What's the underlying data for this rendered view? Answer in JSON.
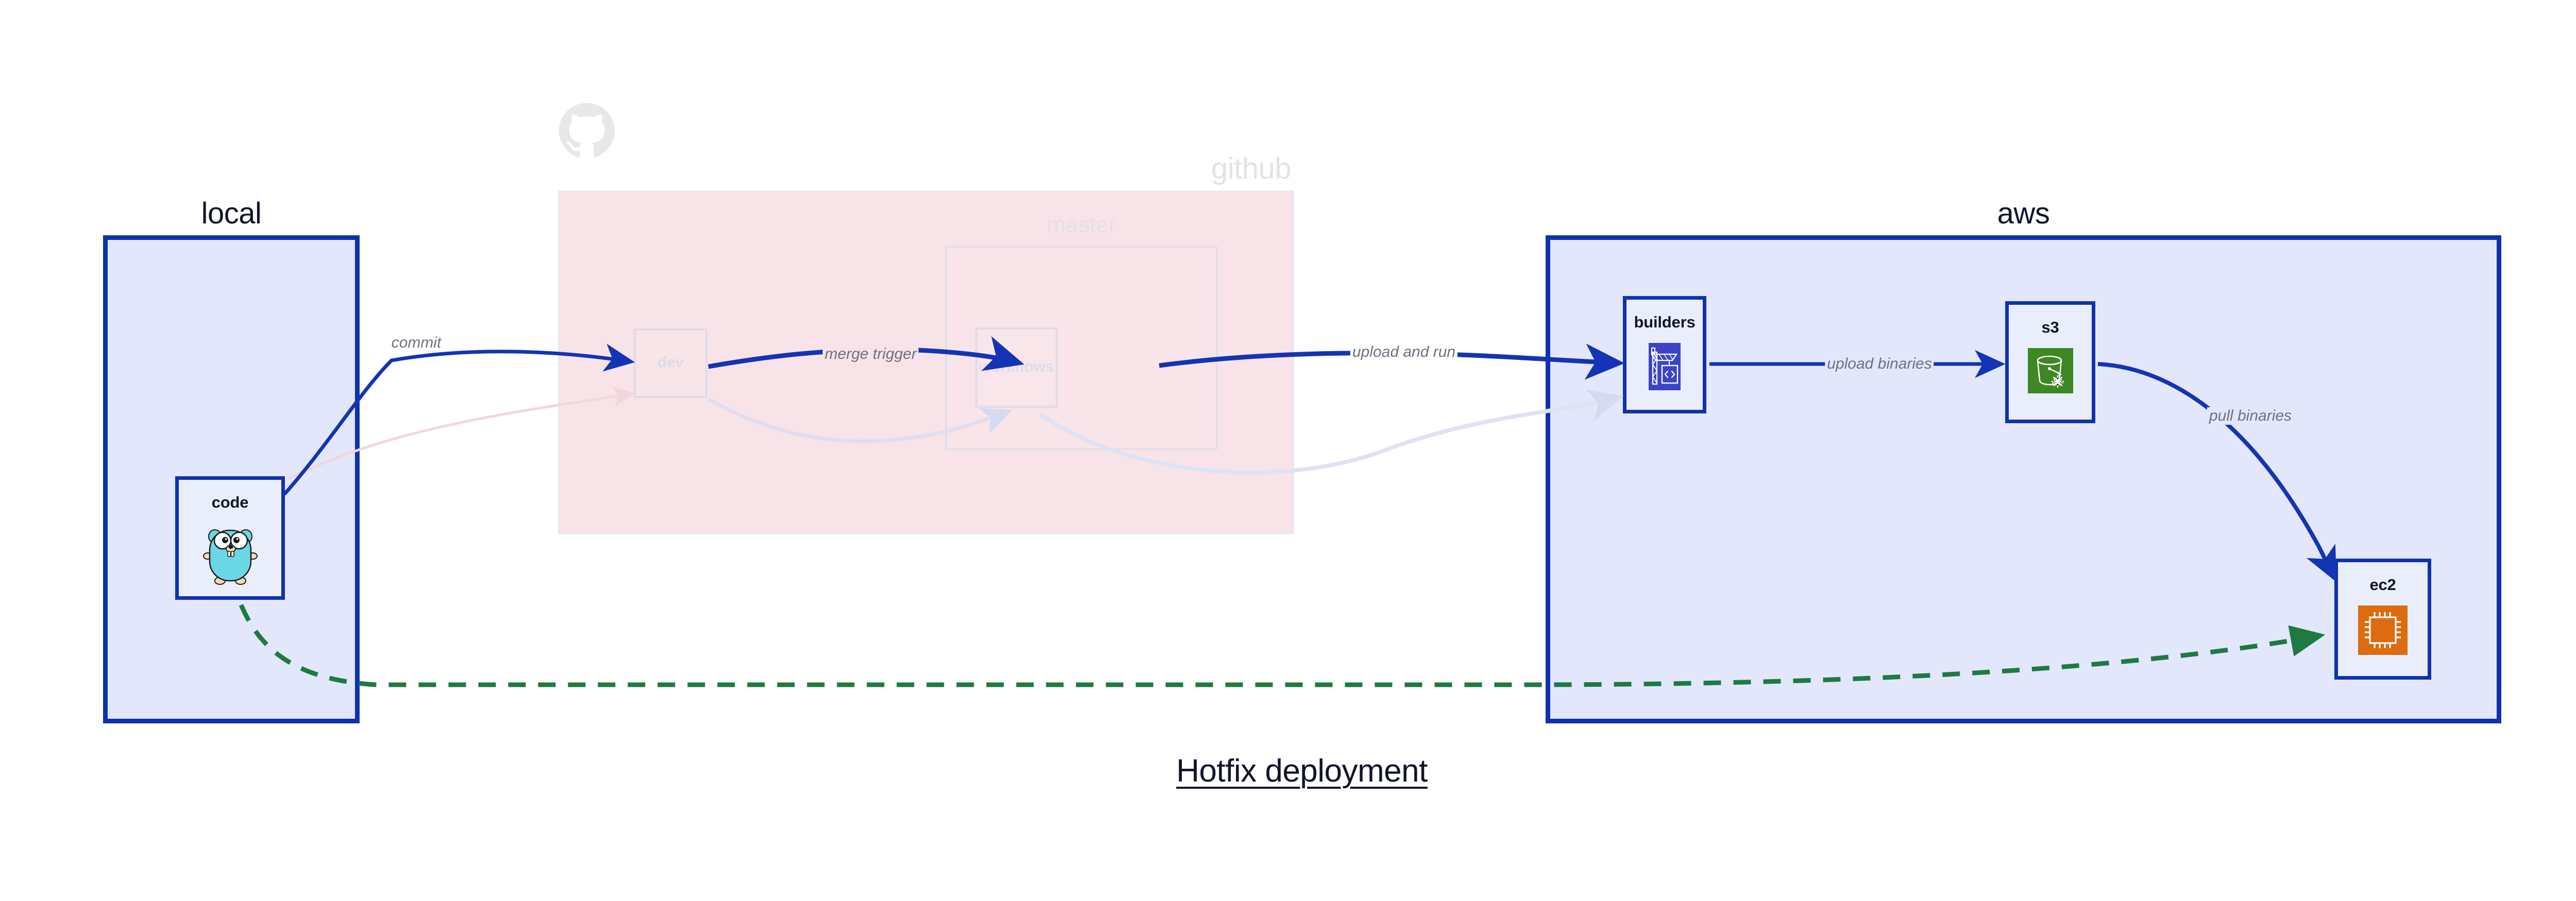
{
  "diagram": {
    "title": "Hotfix deployment",
    "colors": {
      "group_border_blue": "#0f31b0",
      "group_fill_blue": "#e2e7fb",
      "group_fill_pink": "#f8e3e8",
      "node_fill": "#eaeefc",
      "arrow_blue": "#1334b5",
      "arrow_green": "#1e7a42",
      "label_gray": "#6b7280",
      "title_navy": "#11142b",
      "faded_outline": "#e0dbe8",
      "go_gopher_body": "#6ad7e5",
      "codebuild_indigo": "#3c44c6",
      "s3_glacier_green": "#3f8624",
      "ec2_orange": "#dd6b10"
    }
  },
  "groups": {
    "local": {
      "label": "local"
    },
    "github": {
      "label": "github",
      "logo_icon": "github-octocat-icon"
    },
    "aws": {
      "label": "aws"
    }
  },
  "nodes": {
    "code": {
      "label": "code",
      "icon": "go-gopher-icon"
    },
    "dev": {
      "label": "dev",
      "icon": "none"
    },
    "master": {
      "label": "master",
      "icon": "none"
    },
    "workflows": {
      "label": "workflows",
      "icon": "none"
    },
    "builders": {
      "label": "builders",
      "icon": "aws-codebuild-crane-icon"
    },
    "s3": {
      "label": "s3",
      "icon": "aws-s3-glacier-bucket-icon"
    },
    "ec2": {
      "label": "ec2",
      "icon": "aws-ec2-chip-icon"
    }
  },
  "edges": [
    {
      "id": "commit",
      "label": "commit",
      "from": "code",
      "to": "dev",
      "style": "solid",
      "color": "#1334b5"
    },
    {
      "id": "merge-trigger",
      "label": "merge trigger",
      "from": "dev",
      "to": "workflows",
      "style": "solid",
      "color": "#1334b5"
    },
    {
      "id": "upload-and-run",
      "label": "upload and run",
      "from": "workflows",
      "to": "builders",
      "style": "solid",
      "color": "#1334b5"
    },
    {
      "id": "upload-binaries",
      "label": "upload binaries",
      "from": "builders",
      "to": "s3",
      "style": "solid",
      "color": "#1334b5"
    },
    {
      "id": "pull-binaries",
      "label": "pull binaries",
      "from": "s3",
      "to": "ec2",
      "style": "solid",
      "color": "#1334b5"
    },
    {
      "id": "hotfix-direct",
      "label": "",
      "from": "code",
      "to": "ec2",
      "style": "dashed",
      "color": "#1e7a42"
    }
  ]
}
